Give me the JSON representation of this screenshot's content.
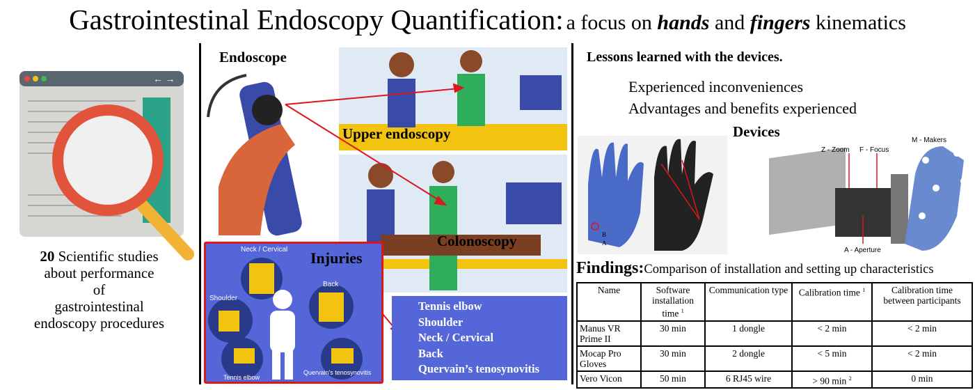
{
  "title": {
    "main": "Gastrointestinal Endoscopy Quantification:",
    "sub_prefix": "a focus on ",
    "hands": "hands",
    "and": " and ",
    "fingers": "fingers",
    "sub_suffix": " kinematics"
  },
  "left": {
    "count": "20",
    "line1": " Scientific studies",
    "line2": "about performance",
    "line3": "of",
    "line4": "gastrointestinal",
    "line5": "endoscopy procedures"
  },
  "middle": {
    "endoscope_label": "Endoscope",
    "upper_label": "Upper endoscopy",
    "colon_label": "Colonoscopy",
    "injuries_label": "Injuries",
    "diagram_labels": {
      "neck": "Neck / Cervical",
      "shoulder": "Shoulder",
      "back": "Back",
      "elbow": "Tennis elbow",
      "quervain": "Quervain's tenosynovitis"
    },
    "injuries": [
      "Tennis elbow",
      "Shoulder",
      "Neck / Cervical",
      "Back",
      "Quervain’s tenosynovitis"
    ]
  },
  "right": {
    "lessons_title": "Lessons learned with the devices.",
    "lessons": [
      "Experienced inconveniences",
      "Advantages and benefits experienced"
    ],
    "devices_label": "Devices",
    "glove_labels": {
      "b": "B",
      "a": "A"
    },
    "camera_labels": {
      "zoom": "Z - Zoom",
      "focus": "F - Focus",
      "aperture": "A - Aperture",
      "makers": "M - Makers"
    },
    "findings_label": "Findings:",
    "findings_caption": "Comparison of installation and setting up characteristics",
    "table": {
      "headers": [
        "Name",
        "Software installation time",
        "Communication type",
        "Calibration time",
        "Calibration time between participants"
      ],
      "header_sups": [
        "",
        "1",
        "",
        "1",
        ""
      ],
      "rows": [
        [
          "Manus VR Prime II",
          "30 min",
          "1 dongle",
          "< 2 min",
          "< 2 min"
        ],
        [
          "Mocap Pro Gloves",
          "30 min",
          "2 dongle",
          "< 5 min",
          "< 2 min"
        ],
        [
          "Vero Vicon",
          "50 min",
          "6 RJ45 wire",
          "> 90 min",
          "0 min"
        ]
      ],
      "cell_sup": "2"
    }
  },
  "colors": {
    "blue": "#5566d8",
    "red": "#e0141c",
    "yellow": "#f2c40f",
    "green": "#2eae5a"
  }
}
